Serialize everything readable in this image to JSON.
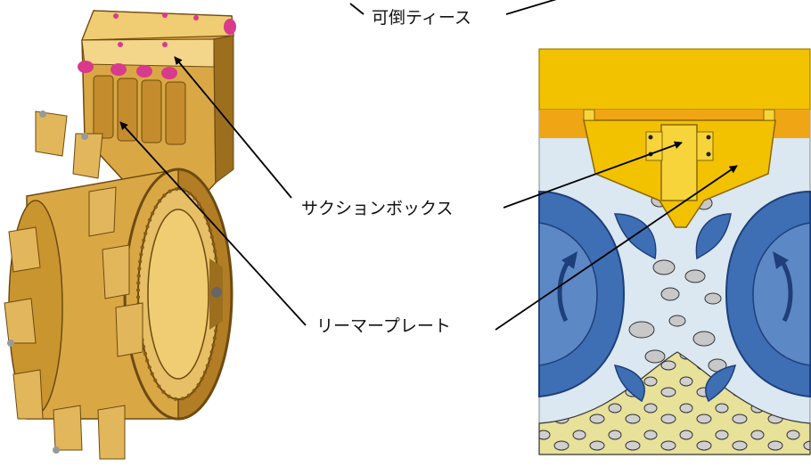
{
  "labels": {
    "reversible_teeth": "可倒ティース",
    "suction_box": "サクションボックス",
    "reamer_plate": "リーマープレート"
  },
  "colors": {
    "gold": "#d9a845",
    "gold_light": "#f0cc72",
    "gold_dark": "#9c6f1e",
    "pink": "#d93a8c",
    "yellow": "#f2c200",
    "orange": "#f0a514",
    "blue": "#3e6fb5",
    "blue_dark": "#1e3f79",
    "light_blue": "#dbe7f1",
    "sand": "#e7e19a",
    "rock": "#c8c8c8"
  },
  "icons": [
    "arrow-icon",
    "rotation-arrow-icon"
  ]
}
